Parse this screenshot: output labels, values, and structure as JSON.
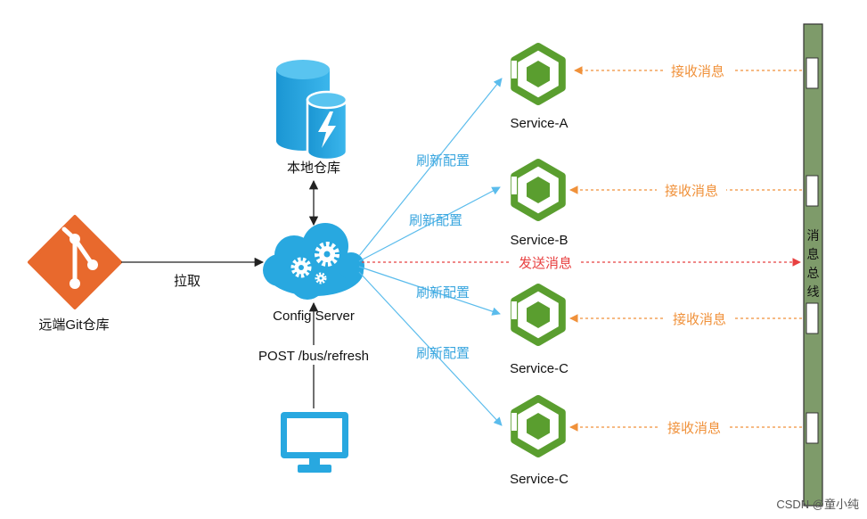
{
  "nodes": {
    "git_repo": {
      "label": "远端Git仓库",
      "color": "#e8692d"
    },
    "local_repo": {
      "label": "本地仓库",
      "color": "#28a8e0"
    },
    "config_server": {
      "label": "Config Server",
      "color": "#28a8e0"
    },
    "client": {
      "label": "",
      "color": "#28a8e0"
    },
    "services": [
      {
        "label": "Service-A",
        "color": "#5a9e2f"
      },
      {
        "label": "Service-B",
        "color": "#5a9e2f"
      },
      {
        "label": "Service-C",
        "color": "#5a9e2f"
      },
      {
        "label": "Service-C",
        "color": "#5a9e2f"
      }
    ],
    "bus": {
      "label_chars": [
        "消",
        "息",
        "总",
        "线"
      ],
      "color": "#7e9b6a"
    }
  },
  "edges": {
    "pull": "拉取",
    "post": "POST /bus/refresh",
    "refresh": [
      "刷新配置",
      "刷新配置",
      "刷新配置",
      "刷新配置"
    ],
    "receive": [
      "接收消息",
      "接收消息",
      "接收消息",
      "接收消息"
    ],
    "send": "发送消息"
  },
  "colors": {
    "refresh_arrow": "#5bbcec",
    "receive_arrow": "#f0913a",
    "send_arrow": "#e84040",
    "black_arrow": "#222222"
  },
  "watermark": "CSDN @童小纯"
}
